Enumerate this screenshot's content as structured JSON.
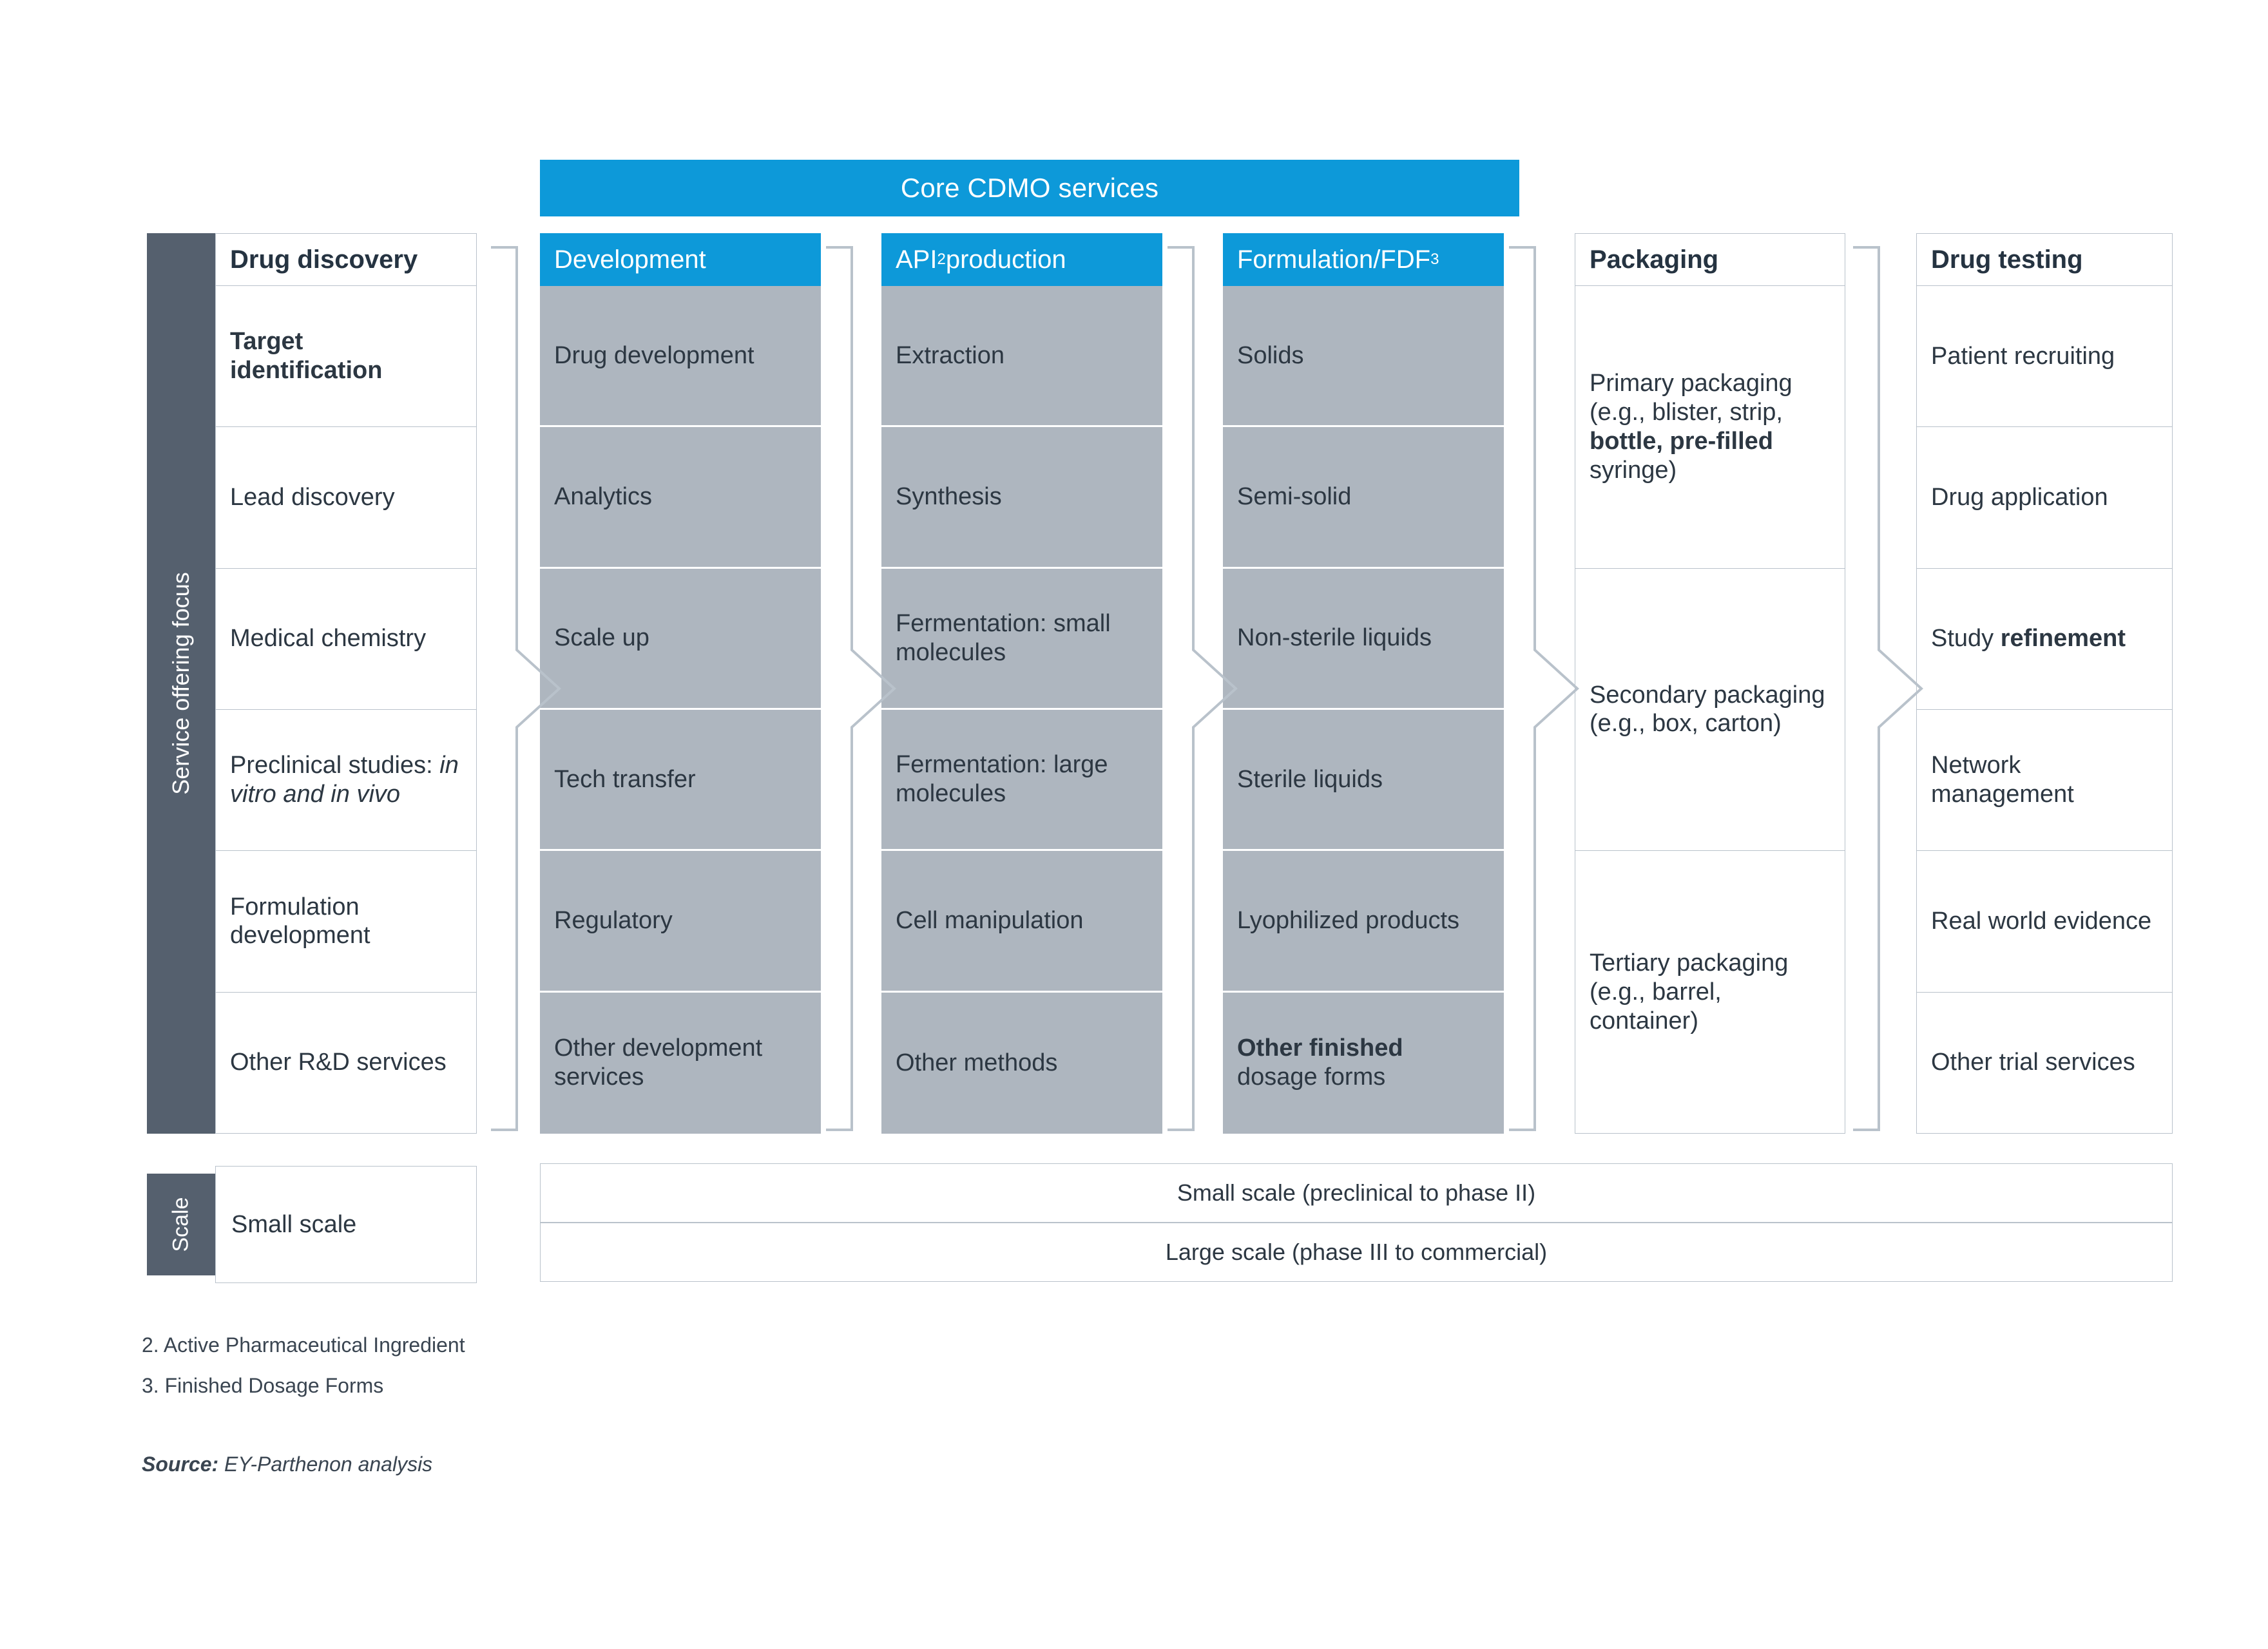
{
  "banner": {
    "title": "Core CDMO services"
  },
  "rails": {
    "focus_label": "Service offering focus",
    "scale_label": "Scale"
  },
  "columns": [
    {
      "id": "drug-discovery",
      "header": "Drug discovery",
      "header_style": "plain",
      "rows": [
        {
          "text": "Target identification",
          "bold": true
        },
        {
          "text": "Lead discovery",
          "bold": false
        },
        {
          "text": "Medical chemistry",
          "bold": false
        },
        {
          "text": "Preclinical studies: in vitro and in vivo",
          "bold": false,
          "italic_from": "in vitro"
        },
        {
          "text": "Formulation development",
          "bold": false
        },
        {
          "text": "Other R&D services",
          "bold": false
        }
      ]
    },
    {
      "id": "development",
      "header": "Development",
      "header_style": "blue",
      "rows": [
        {
          "text": "Drug development",
          "bold": false
        },
        {
          "text": "Analytics",
          "bold": false
        },
        {
          "text": "Scale up",
          "bold": false
        },
        {
          "text": "Tech transfer",
          "bold": false
        },
        {
          "text": "Regulatory",
          "bold": false
        },
        {
          "text": "Other development services",
          "bold": false
        }
      ]
    },
    {
      "id": "api-production",
      "header": "API2 production",
      "header_style": "blue",
      "header_sup": "2",
      "header_base": "API",
      "header_tail": " production",
      "rows": [
        {
          "text": "Extraction",
          "bold": false
        },
        {
          "text": "Synthesis",
          "bold": false
        },
        {
          "text": "Fermentation: small molecules",
          "bold": false
        },
        {
          "text": "Fermentation: large molecules",
          "bold": false
        },
        {
          "text": "Cell manipulation",
          "bold": false
        },
        {
          "text": "Other methods",
          "bold": false
        }
      ]
    },
    {
      "id": "formulation-fdf",
      "header": "Formulation/FDF3",
      "header_style": "blue",
      "header_sup": "3",
      "header_base": "Formulation/FDF",
      "header_tail": "",
      "rows": [
        {
          "text": "Solids",
          "bold": false
        },
        {
          "text": "Semi-solid",
          "bold": false
        },
        {
          "text": "Non-sterile liquids",
          "bold": false
        },
        {
          "text": "Sterile liquids",
          "bold": false
        },
        {
          "text": "Lyophilized products",
          "bold": false
        },
        {
          "text": "Other finished dosage forms",
          "bold": false,
          "bold_prefix": "Other finished",
          "rest": "dosage forms"
        }
      ]
    },
    {
      "id": "packaging",
      "header": "Packaging",
      "header_style": "plain",
      "rows": [
        {
          "text": "Primary packaging (e.g., blister, strip, bottle, pre-filled syringe)",
          "bold": false,
          "segments": [
            {
              "t": "Primary packaging (e.g., blister, strip, ",
              "b": false
            },
            {
              "t": "bottle, pre-filled ",
              "b": true
            },
            {
              "t": "syringe)",
              "b": false
            }
          ]
        },
        {
          "text": "Secondary packaging (e.g., box, carton)",
          "bold": false
        },
        {
          "text": "Tertiary packaging (e.g., barrel, container)",
          "bold": false
        }
      ]
    },
    {
      "id": "drug-testing",
      "header": "Drug testing",
      "header_style": "plain",
      "rows": [
        {
          "text": "Patient recruiting",
          "bold": false
        },
        {
          "text": "Drug application",
          "bold": false
        },
        {
          "text": "Study refinement",
          "bold": false,
          "segments": [
            {
              "t": "Study ",
              "b": false
            },
            {
              "t": "refinement",
              "b": true
            }
          ]
        },
        {
          "text": "Network management",
          "bold": false
        },
        {
          "text": "Real world evidence",
          "bold": false
        },
        {
          "text": "Other trial services",
          "bold": false
        }
      ]
    }
  ],
  "scale": {
    "row_label": "Small scale",
    "bars": [
      "Small scale (preclinical to phase II)",
      "Large scale (phase III to commercial)"
    ]
  },
  "footnotes": [
    "2. Active Pharmaceutical Ingredient",
    "3. Finished Dosage Forms"
  ],
  "source": {
    "label": "Source:",
    "value": "EY-Parthenon analysis"
  },
  "colors": {
    "brand_blue": "#0d99d9",
    "grey_fill": "#aeb6bf",
    "dark_rail": "#55606e",
    "border": "#b9c2cb",
    "text": "#2c3742"
  }
}
